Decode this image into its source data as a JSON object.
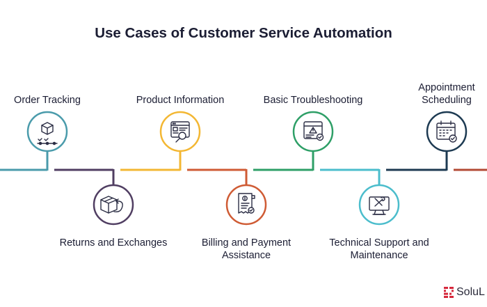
{
  "title": "Use Cases of Customer Service Automation",
  "use_cases": [
    {
      "label": "Order Tracking",
      "color": "#4a9bab",
      "icon": "box-tracking-icon"
    },
    {
      "label": "Returns and Exchanges",
      "color": "#503e62",
      "icon": "return-box-icon"
    },
    {
      "label": "Product Information",
      "color": "#f3b733",
      "icon": "product-search-icon"
    },
    {
      "label": "Billing and Payment Assistance",
      "color": "#cf5b34",
      "icon": "invoice-icon"
    },
    {
      "label": "Basic Troubleshooting",
      "color": "#2e9f67",
      "icon": "warning-window-icon"
    },
    {
      "label": "Technical Support and Maintenance",
      "color": "#4bbdcc",
      "icon": "monitor-tools-icon"
    },
    {
      "label": "Appointment Scheduling",
      "color": "#1d3a52",
      "icon": "calendar-check-icon"
    }
  ],
  "extra_segment_color": "#b34a34",
  "brand": {
    "text": "SoluL",
    "color": "#d6283c"
  }
}
